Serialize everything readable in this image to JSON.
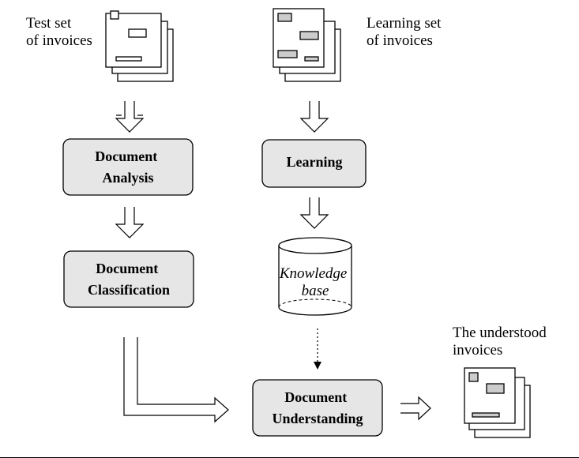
{
  "colors": {
    "box_fill": "#e6e6e6",
    "stroke": "#000000",
    "page_fill": "#ffffff",
    "field_fill": "#cccccc"
  },
  "labels": {
    "test_set": [
      "Test set",
      "of invoices"
    ],
    "learning_set": [
      "Learning set",
      "of invoices"
    ],
    "understood": [
      "The understood",
      "invoices"
    ]
  },
  "boxes": {
    "document_analysis": [
      "Document",
      "Analysis"
    ],
    "learning": [
      "Learning"
    ],
    "document_classification": [
      "Document",
      "Classification"
    ],
    "document_understanding": [
      "Document",
      "Understanding"
    ]
  },
  "knowledge_base": [
    "Knowledge",
    "base"
  ],
  "icons": {
    "test_set": "invoice-stack-icon",
    "learning_set": "invoice-stack-icon",
    "understood": "invoice-stack-icon",
    "arrows": "double-arrow-icon",
    "knowledge_base": "cylinder-database-icon"
  }
}
